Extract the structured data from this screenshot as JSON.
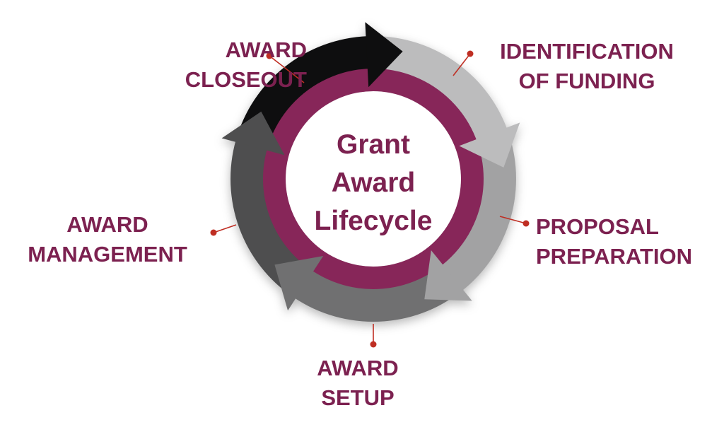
{
  "title": {
    "text": "Grant Award Lifecycle",
    "lines": [
      "Grant",
      "Award",
      "Lifecycle"
    ]
  },
  "stages": [
    {
      "name": "identification-of-funding",
      "lines": [
        "IDENTIFICATION",
        "OF FUNDING"
      ]
    },
    {
      "name": "proposal-preparation",
      "lines": [
        "PROPOSAL",
        "PREPARATION"
      ]
    },
    {
      "name": "award-setup",
      "lines": [
        "AWARD",
        "SETUP"
      ]
    },
    {
      "name": "award-management",
      "lines": [
        "AWARD",
        "MANAGEMENT"
      ]
    },
    {
      "name": "award-closeout",
      "lines": [
        "AWARD",
        "CLOSEOUT"
      ]
    }
  ],
  "wheel": {
    "segments": [
      {
        "name": "identification-of-funding",
        "color": "#bcbcbd"
      },
      {
        "name": "proposal-preparation",
        "color": "#a2a2a3"
      },
      {
        "name": "award-setup",
        "color": "#707071"
      },
      {
        "name": "award-management",
        "color": "#4e4e4f"
      },
      {
        "name": "award-closeout",
        "color": "#0e0e0f"
      }
    ],
    "ring_color": "#872659",
    "center_bg": "#ffffff",
    "label_color": "#7c2150",
    "callout_color": "#bf2e23"
  }
}
